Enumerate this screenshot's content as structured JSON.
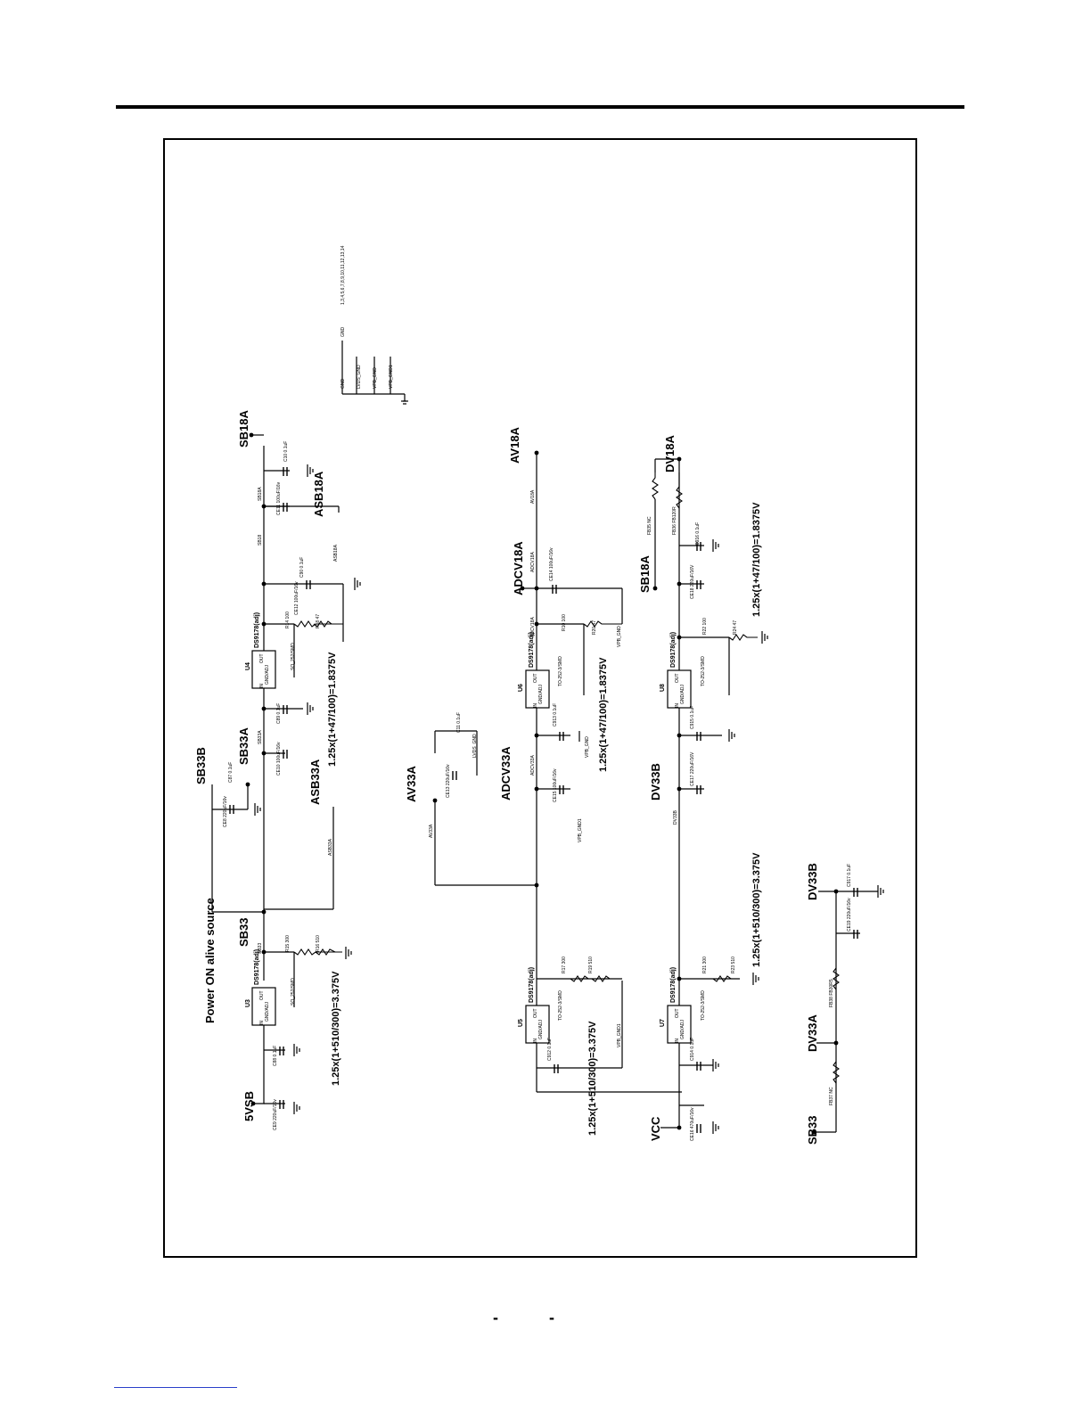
{
  "schematic": {
    "caption_power_on": "Power ON alive source",
    "formulas": {
      "f_sb33": "1.25x(1+510/300)=3.375V",
      "f_sb18": "1.25x(1+47/100)=1.8375V",
      "f_adcv33": "1.25x(1+510/300)=3.375V",
      "f_adcv18": "1.25x(1+47/100)=1.8375V",
      "f_dv33": "1.25x(1+510/300)=3.375V",
      "f_dv18": "1.25x(1+47/100)=1.8375V"
    },
    "nets": {
      "n_5vsb": "5VSB",
      "n_sb33": "SB33",
      "n_sb33b": "SB33B",
      "n_sb33a": "SB33A",
      "n_asb33a": "ASB33A",
      "n_sb18a_top": "SB18A",
      "n_asb18a": "ASB18A",
      "n_av33a": "AV33A",
      "n_adcv33a": "ADCV33A",
      "n_adcv18a": "ADCV18A",
      "n_av18a": "AV18A",
      "n_vcc": "VCC",
      "n_dv33b": "DV33B",
      "n_sb18a_mid": "SB18A",
      "n_dv18a": "DV18A",
      "n_dv33a": "DV33A",
      "n_sb33_bot": "SB33",
      "n_dv33b_bot": "DV33B"
    },
    "regulators": {
      "u3_ref": "U3",
      "u3_part": "DS9178(adj)",
      "u4_ref": "U4",
      "u4_part": "DS9178(adj)",
      "u5_ref": "U5",
      "u5_part": "DS9178(adj)",
      "u6_ref": "U6",
      "u6_part": "DS9178(adj)",
      "u7_ref": "U7",
      "u7_part": "DS9178(adj)",
      "u8_ref": "U8",
      "u8_part": "DS9178(adj)",
      "pin_out": "OUT",
      "pin_gnd": "GND/ADJ",
      "pin_in": "IN"
    },
    "ground_block": {
      "gnd": "GND",
      "lvds_gnd": "LVDS_GND",
      "vpb_gnd": "VPB_GND",
      "vpb_gnd1": "VPB_GND1",
      "pin_list": "1,3,4,5,6,7,8,9,10,11,12,13,14"
    },
    "parts": {
      "r15": "R15 300",
      "r16": "R16 510",
      "r14": "R14 100",
      "r18": "R18 47",
      "r17": "R17 300",
      "r19": "R19 510",
      "r10": "R10 100",
      "r20": "R20 47",
      "r21": "R21 300",
      "r23": "R23 510",
      "r22": "R22 100",
      "r24": "R24 47",
      "c_in_sb": "CE9 220uF/16v",
      "c_in_sb2": "C88 0.1uF",
      "c_sb33b": "CE8 220uF/16v",
      "c_sb33b2": "C87 0.1uF",
      "c_sb33a": "CE10 100uF/16v",
      "c_sb33a2": "C89 0.1uF",
      "c_sb18": "CE12 100uF/16v",
      "c_sb18_2": "C90 0.1uF",
      "c_sb18a": "CE11 100uF/16v",
      "c_sb18a2": "C10 0.1uF",
      "c_av33": "CE13 220uF/16v",
      "c_av33_2": "C11 0.1uF",
      "c_adcv33": "CE15 100uF/16v",
      "c_adcv33_2": "C913 0.1uF",
      "c_adcv18": "CE14 100uF/16v",
      "c_vcc": "CE16 470uF/16v",
      "c_vcc2": "C914 0.1uF",
      "c_u5in": "C912 0.1uF",
      "c_dv33b": "CE17 220uF/16V",
      "c_dv33b2": "C915 0.1uF",
      "c_dv18": "CE18 220uF/16V",
      "c_dv18_2": "C916 0.1uF",
      "c_bot": "CE19 220uF/16v",
      "c_bot2": "C917 0.1uF",
      "fb_sb18": "FB35 NC",
      "fb_dv18": "FB36 FB120R",
      "fb_bot1": "FB37 NC",
      "fb_bot2": "FB38 FB30R5"
    },
    "net_tags": {
      "t_sb33": "SB33",
      "t_sb33a": "SB33A",
      "t_sb18": "SB18",
      "t_sb18a": "SB18A",
      "t_asb33a": "ASB33A",
      "t_asb18a": "ASB18A",
      "t_av33a": "AV33A",
      "t_adcv33a": "ADCV33A",
      "t_adcv18a": "ADCV18A",
      "t_av18a": "AV18A",
      "t_dv33b": "DV33B",
      "t_vpb_gnd": "VPB_GND",
      "t_vpb_gnd1": "VPB_GND1",
      "t_lvds_gnd": "LVDS_GND",
      "t_pkg_sb": "SO_252/SMD",
      "t_pkg_to": "TO-252-3/SMD"
    }
  }
}
